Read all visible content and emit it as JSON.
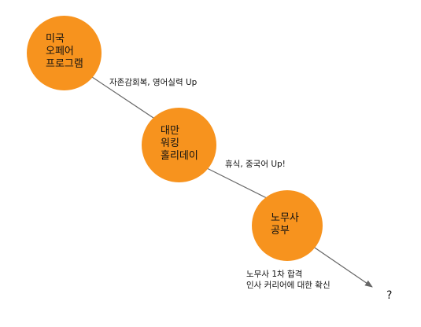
{
  "colors": {
    "node_fill": "#f7931e",
    "connector": "#666666",
    "text": "#111111"
  },
  "nodes": [
    {
      "lines": [
        "미국",
        "오페어",
        "프로그램"
      ]
    },
    {
      "lines": [
        "대만",
        "워킹",
        "홀리데이"
      ]
    },
    {
      "lines": [
        "노무사",
        "공부"
      ]
    }
  ],
  "edge_labels": [
    {
      "lines": [
        "자존감회복, 영어실력 Up"
      ]
    },
    {
      "lines": [
        "휴식, 중국어 Up!"
      ]
    },
    {
      "lines": [
        "노무사 1차 합격",
        "인사 커리어에 대한 확신"
      ]
    }
  ],
  "end_mark": "?"
}
